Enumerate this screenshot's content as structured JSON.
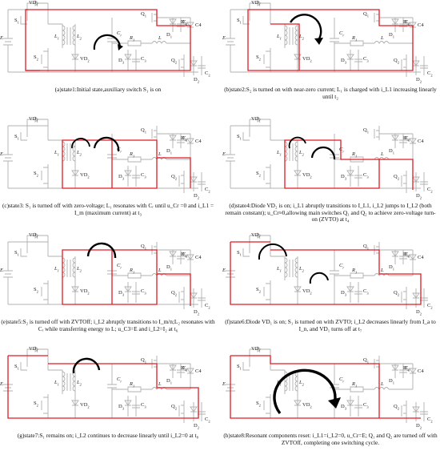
{
  "labels": {
    "vd1": "VD",
    "vd1_sub": "1",
    "s1": "S",
    "s1_sub": "1",
    "s2": "S",
    "s2_sub": "2",
    "l1": "L",
    "l1_sub": "1",
    "l2": "L",
    "l2_sub": "2",
    "vd2": "VD",
    "vd2_sub": "2",
    "cr": "C",
    "cr_sub": "r",
    "r1": "R",
    "r1_sub": "1",
    "l": "L",
    "q1": "Q",
    "q1_sub": "1",
    "d1": "D",
    "d1_sub": "1",
    "c1": "C",
    "c1_sub": "1",
    "d4": "D",
    "d4_sub": "4",
    "c4": "C4",
    "d3": "D",
    "d3_sub": "3",
    "c3": "C",
    "c3_sub": "3",
    "q2": "Q",
    "q2_sub": "2",
    "d2": "D",
    "d2_sub": "2",
    "c2": "C",
    "c2_sub": "2",
    "e": "E"
  },
  "panels": [
    {
      "id": "a",
      "caption": "(a)state1:Initial state,auxiliary switch S₁ is on"
    },
    {
      "id": "b",
      "caption": "(b)state2:S₂ is turned on with near-zero current; L₁ is charged with i_L1 increasing linearly until t₂"
    },
    {
      "id": "c",
      "caption": "(c)state3: S₁ is turned off with zero-voltage; L₁ resonates with Cᵣ until u_Cr =0 and i_L1 = I_m (maximum current) at t₃"
    },
    {
      "id": "d",
      "caption": "(d)state4:Diode VD₂ is on; i_L1 abruptly transitions to I_L1, i_L2 jumps to I_L2 (both remain constant); u_Cr≈0,allowing main switches Q₁ and Q₂ to achieve zero-voltage turn-on (ZVTO) at t₄"
    },
    {
      "id": "e",
      "caption": "(e)state5:S₂ is turned off with ZVTOff; i_L2 abruptly transitions to I_m/n;L₂ resonates with Cᵣ while transferring energy to L; u_C3=E and i_L2=I₂ at t₆"
    },
    {
      "id": "f",
      "caption": "(f)state6:Diode VD₁ is on; S₁ is turned on with ZVTO; i_L2 decreases linearly from I_a to I_n, and VD₁ turns off at t₇"
    },
    {
      "id": "g",
      "caption": "(g)state7:S₁ remains on; i_L2 continues to decrease linearly until i_L2=0 at t₈"
    },
    {
      "id": "h",
      "caption": "(h)state8:Resonant components reset: i_L1=i_L2=0, u_Cr=E; Q₁ and Q₂ are turned off with ZVTOff, completing one switching cycle."
    }
  ]
}
